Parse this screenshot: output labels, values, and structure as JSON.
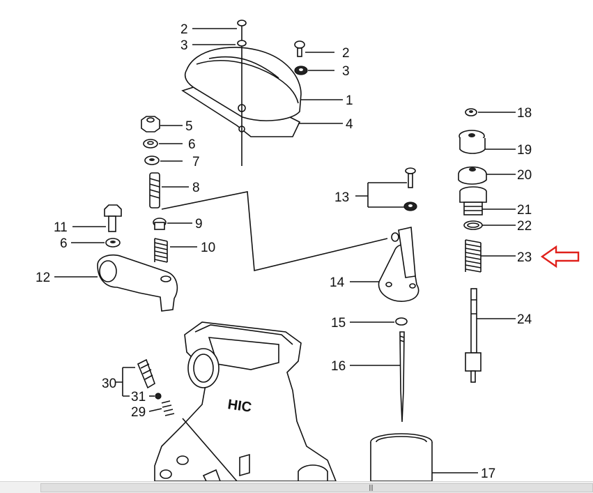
{
  "diagram": {
    "labels": {
      "l1": "1",
      "l2a": "2",
      "l2b": "2",
      "l3a": "3",
      "l3b": "3",
      "l4": "4",
      "l5": "5",
      "l6a": "6",
      "l6b": "6",
      "l7": "7",
      "l8": "8",
      "l9": "9",
      "l10": "10",
      "l11": "11",
      "l12": "12",
      "l13": "13",
      "l14": "14",
      "l15": "15",
      "l16": "16",
      "l17": "17",
      "l18": "18",
      "l19": "19",
      "l20": "20",
      "l21": "21",
      "l22": "22",
      "l23": "23",
      "l24": "24",
      "l29": "29",
      "l30": "30",
      "l31": "31"
    },
    "body_marking": "HIC",
    "highlighted_part": "23",
    "highlight_color": "#e0201b"
  },
  "scrollbar": {
    "grip": "|||"
  }
}
